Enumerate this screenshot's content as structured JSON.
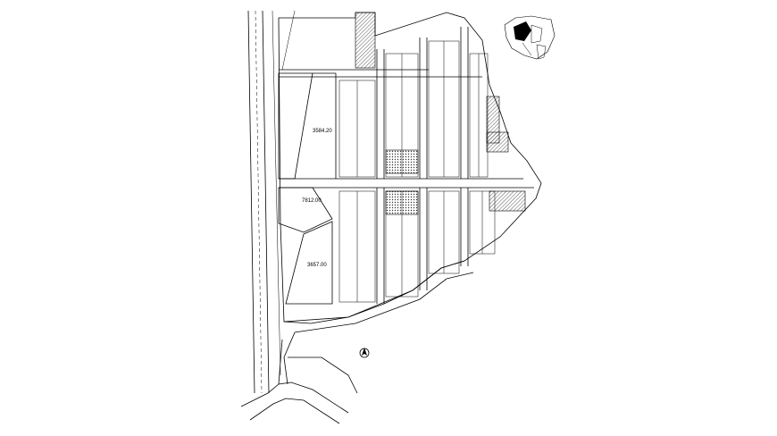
{
  "plan": {
    "area_labels": [
      {
        "key": "a1",
        "text": "3584.20"
      },
      {
        "key": "a2",
        "text": "7812.00"
      },
      {
        "key": "a3",
        "text": "3657.00"
      }
    ],
    "colors": {
      "ink": "#000000",
      "background": "#ffffff",
      "hatch": "#555555"
    },
    "icons": [
      "north-arrow-icon",
      "key-map-icon"
    ]
  }
}
